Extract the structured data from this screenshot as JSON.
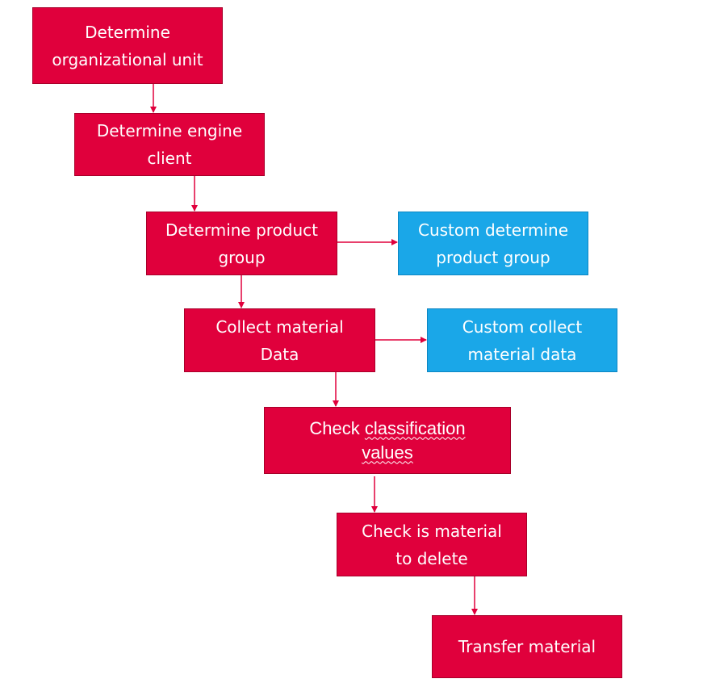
{
  "colors": {
    "step": "#e0003c",
    "custom": "#1aa7e8",
    "connector": "#e0003c"
  },
  "steps": {
    "determine_org_unit": {
      "line1": "Determine",
      "line2": "organizational unit"
    },
    "determine_engine_client": {
      "line1": "Determine engine",
      "line2": "client"
    },
    "determine_product_group": {
      "line1": "Determine product",
      "line2": "group"
    },
    "collect_material_data": {
      "line1": "Collect material",
      "line2": "Data"
    },
    "check_classification": {
      "line1_prefix": "Check ",
      "line1_word": "classification",
      "line2": "values"
    },
    "check_material_delete": {
      "line1": "Check is material",
      "line2": "to delete"
    },
    "transfer_material": {
      "line1": "Transfer material"
    }
  },
  "custom_steps": {
    "custom_product_group": {
      "line1": "Custom determine",
      "line2": "product group"
    },
    "custom_collect_material": {
      "line1": "Custom collect",
      "line2": "material data"
    }
  }
}
